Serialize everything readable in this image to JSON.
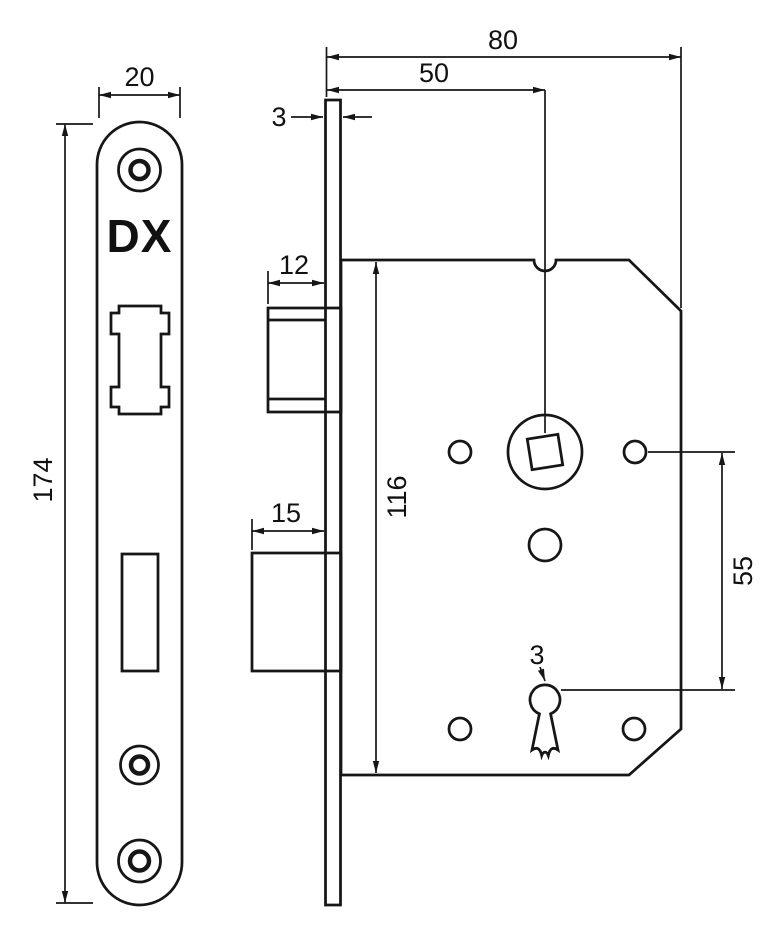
{
  "drawing": {
    "brand": "DX"
  },
  "dims": {
    "faceplate_width": "20",
    "faceplate_length": "174",
    "case_depth": "80",
    "backset": "50",
    "plate_thickness": "3",
    "latch_height": "12",
    "bolt_height": "15",
    "case_height": "116",
    "spindle_to_keyhole": "55",
    "keyhole_width": "3"
  }
}
